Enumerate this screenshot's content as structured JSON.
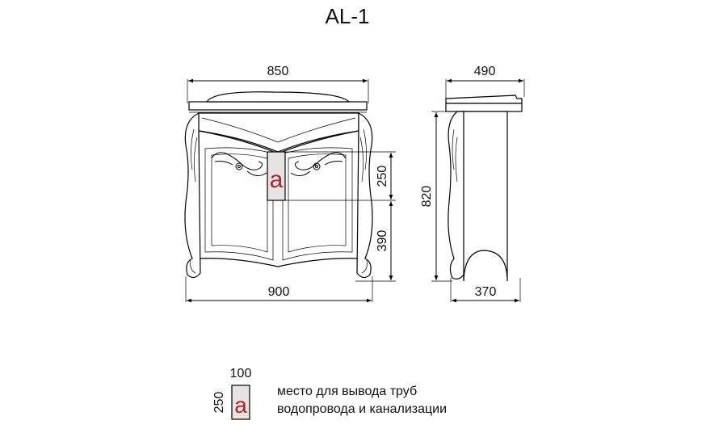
{
  "title": "AL-1",
  "front_view": {
    "top_width": "850",
    "bottom_width": "900",
    "zone_height": "250",
    "zone_offset": "390",
    "marker": "a"
  },
  "side_view": {
    "top_depth": "490",
    "bottom_depth": "370",
    "total_height": "820"
  },
  "legend": {
    "width": "100",
    "height": "250",
    "marker": "a",
    "text_line1": "место для вывода труб",
    "text_line2": "водопровода и канализации"
  },
  "colors": {
    "marker_fill": "#e6e3e3",
    "marker_text": "#b3232a",
    "line": "#000000"
  }
}
